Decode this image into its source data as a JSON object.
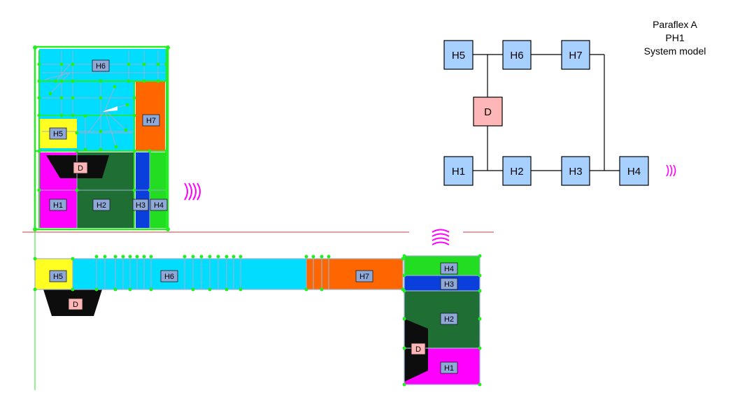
{
  "title_block": {
    "line1": "Paraflex A",
    "line2": "PH1",
    "line3": "System model"
  },
  "colors": {
    "H1": "#ff00ff",
    "H2": "#1f6f34",
    "H3": "#0b3fdc",
    "H4": "#22dd22",
    "H5": "#ffff22",
    "H6": "#00ddff",
    "H7": "#ff6600",
    "D": "#0d0d0d",
    "label_box": "#8ea8d8",
    "label_box_d": "#ffb6b6",
    "node_fill": "#a8d0ff",
    "node_d_fill": "#ffb6b6",
    "vertex": "#22ee22",
    "mesh_line": "#9ab0d0",
    "section_line": "#e06060",
    "spring": "#ff00ff"
  },
  "plan_labels": {
    "h1": "H1",
    "h2": "H2",
    "h3": "H3",
    "h4": "H4",
    "h5": "H5",
    "h6": "H6",
    "h7": "H7",
    "d": "D"
  },
  "system_model": {
    "nodes": {
      "h5": "H5",
      "h6": "H6",
      "h7": "H7",
      "d": "D",
      "h1": "H1",
      "h2": "H2",
      "h3": "H3",
      "h4": "H4"
    },
    "spring_icon": "spring-icon"
  }
}
